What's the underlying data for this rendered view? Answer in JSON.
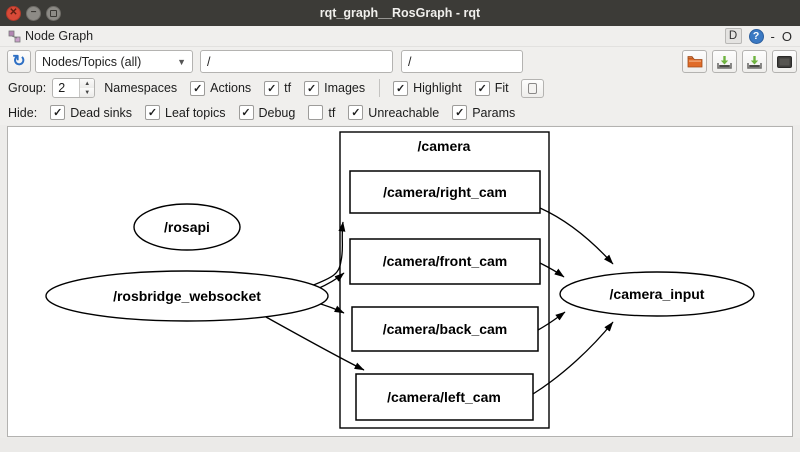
{
  "window": {
    "title": "rqt_graph__RosGraph - rqt"
  },
  "plugin_bar": {
    "title": "Node Graph",
    "dock_button": "D",
    "help_button": "?",
    "minimize_button": "-",
    "close_button": "O"
  },
  "toolbar": {
    "view_select_value": "Nodes/Topics (all)",
    "filter_field1": "/",
    "filter_field2": "/"
  },
  "options_row": {
    "group_label": "Group:",
    "group_value": "2",
    "namespaces_label": "Namespaces",
    "checks": [
      {
        "label": "Actions",
        "checked": true
      },
      {
        "label": "tf",
        "checked": true
      },
      {
        "label": "Images",
        "checked": true
      },
      {
        "label": "Highlight",
        "checked": true
      },
      {
        "label": "Fit",
        "checked": true
      }
    ]
  },
  "hide_row": {
    "label": "Hide:",
    "checks": [
      {
        "label": "Dead sinks",
        "checked": true
      },
      {
        "label": "Leaf topics",
        "checked": true
      },
      {
        "label": "Debug",
        "checked": true
      },
      {
        "label": "tf",
        "checked": false
      },
      {
        "label": "Unreachable",
        "checked": true
      },
      {
        "label": "Params",
        "checked": true
      }
    ]
  },
  "graph": {
    "group_label": "/camera",
    "nodes": {
      "rosapi": "/rosapi",
      "websocket": "/rosbridge_websocket",
      "right_cam": "/camera/right_cam",
      "front_cam": "/camera/front_cam",
      "back_cam": "/camera/back_cam",
      "left_cam": "/camera/left_cam",
      "camera_input": "/camera_input"
    },
    "edges": [
      {
        "from": "/rosbridge_websocket",
        "to": "/camera/right_cam"
      },
      {
        "from": "/rosbridge_websocket",
        "to": "/camera/front_cam"
      },
      {
        "from": "/rosbridge_websocket",
        "to": "/camera/back_cam"
      },
      {
        "from": "/rosbridge_websocket",
        "to": "/camera/left_cam"
      },
      {
        "from": "/camera/right_cam",
        "to": "/camera_input"
      },
      {
        "from": "/camera/front_cam",
        "to": "/camera_input"
      },
      {
        "from": "/camera/back_cam",
        "to": "/camera_input"
      },
      {
        "from": "/camera/left_cam",
        "to": "/camera_input"
      }
    ]
  },
  "colors": {
    "titlebar_bg": "#3c3b37",
    "panel_bg": "#f0efed",
    "close_button": "#d84a38",
    "help_blue": "#3a79c3",
    "refresh_blue": "#2d6fc4",
    "folder_orange": "#e06b28",
    "save_green": "#6db33f",
    "graph_stroke": "#000000"
  }
}
